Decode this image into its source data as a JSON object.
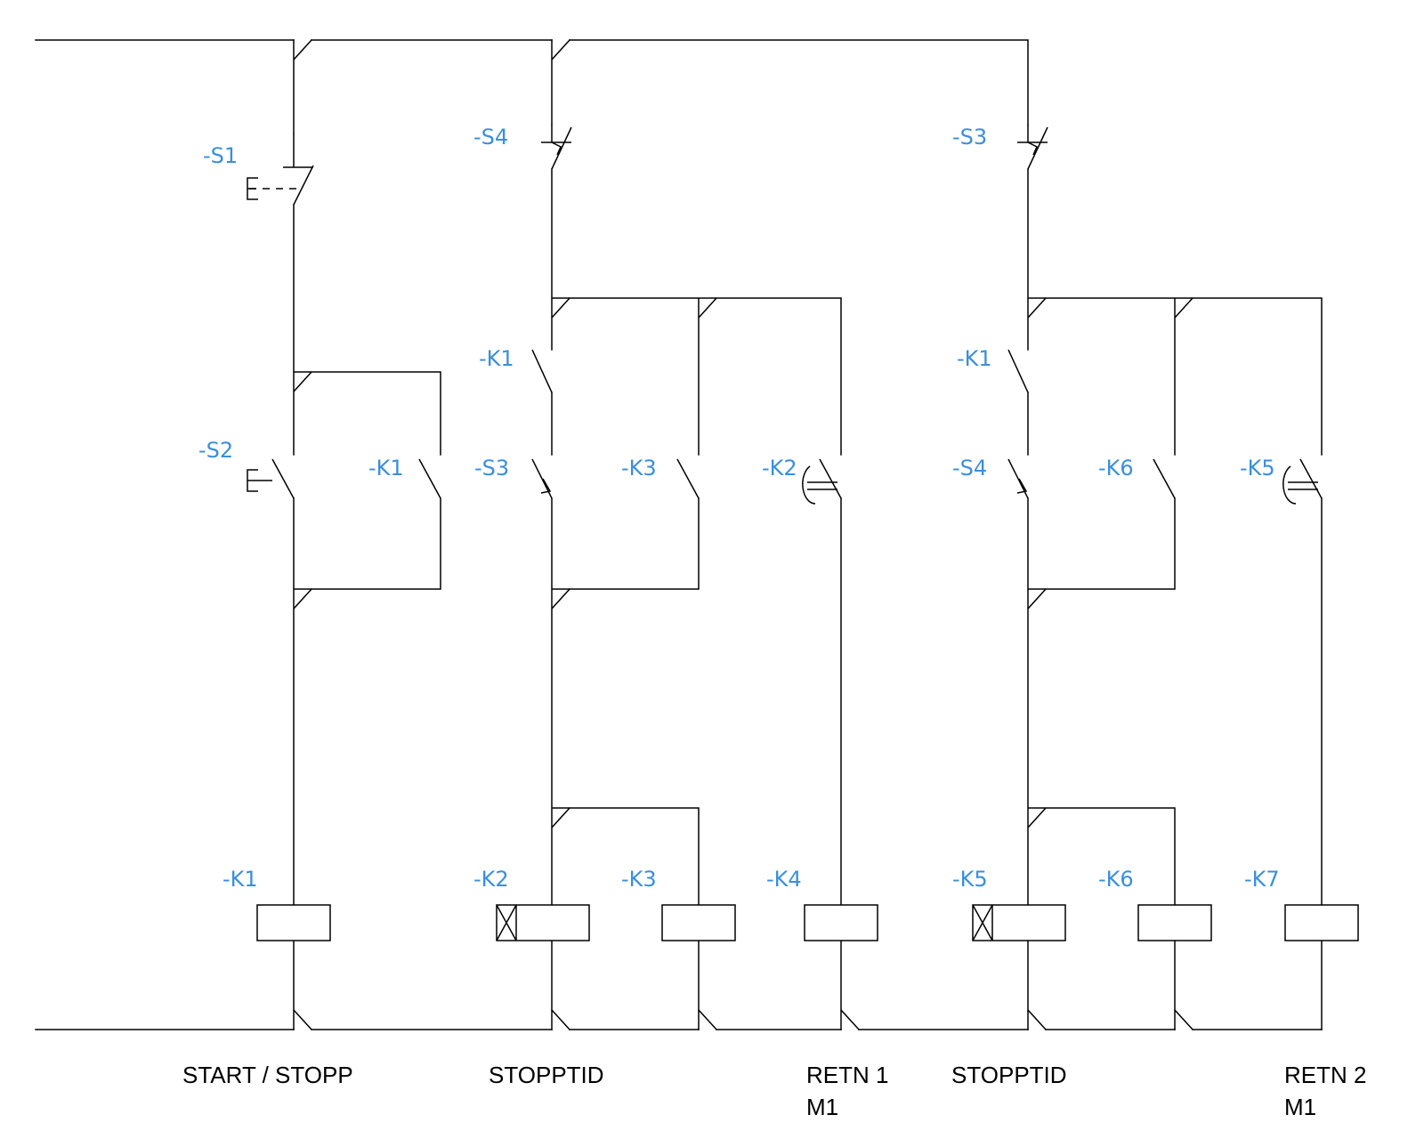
{
  "colors": {
    "line": "#000000",
    "tag": "#3a8fdd",
    "caption": "#000000",
    "background": "#ffffff"
  },
  "contacts": {
    "s1": "-S1",
    "s2": "-S2",
    "k1_hold": "-K1",
    "s4_a": "-S4",
    "k1_a": "-K1",
    "s3_a": "-S3",
    "k3_a": "-K3",
    "k2_a": "-K2",
    "s3_b": "-S3",
    "k1_b": "-K1",
    "s4_b": "-S4",
    "k6_a": "-K6",
    "k5_a": "-K5"
  },
  "coils": {
    "k1": "-K1",
    "k2": "-K2",
    "k3": "-K3",
    "k4": "-K4",
    "k5": "-K5",
    "k6": "-K6",
    "k7": "-K7"
  },
  "captions": {
    "start_stopp": "START / STOPP",
    "stopptid_1": "STOPPTID",
    "retn1_line1": "RETN 1",
    "retn1_line2": "M1",
    "stopptid_2": "STOPPTID",
    "retn2_line1": "RETN 2",
    "retn2_line2": "M1"
  }
}
